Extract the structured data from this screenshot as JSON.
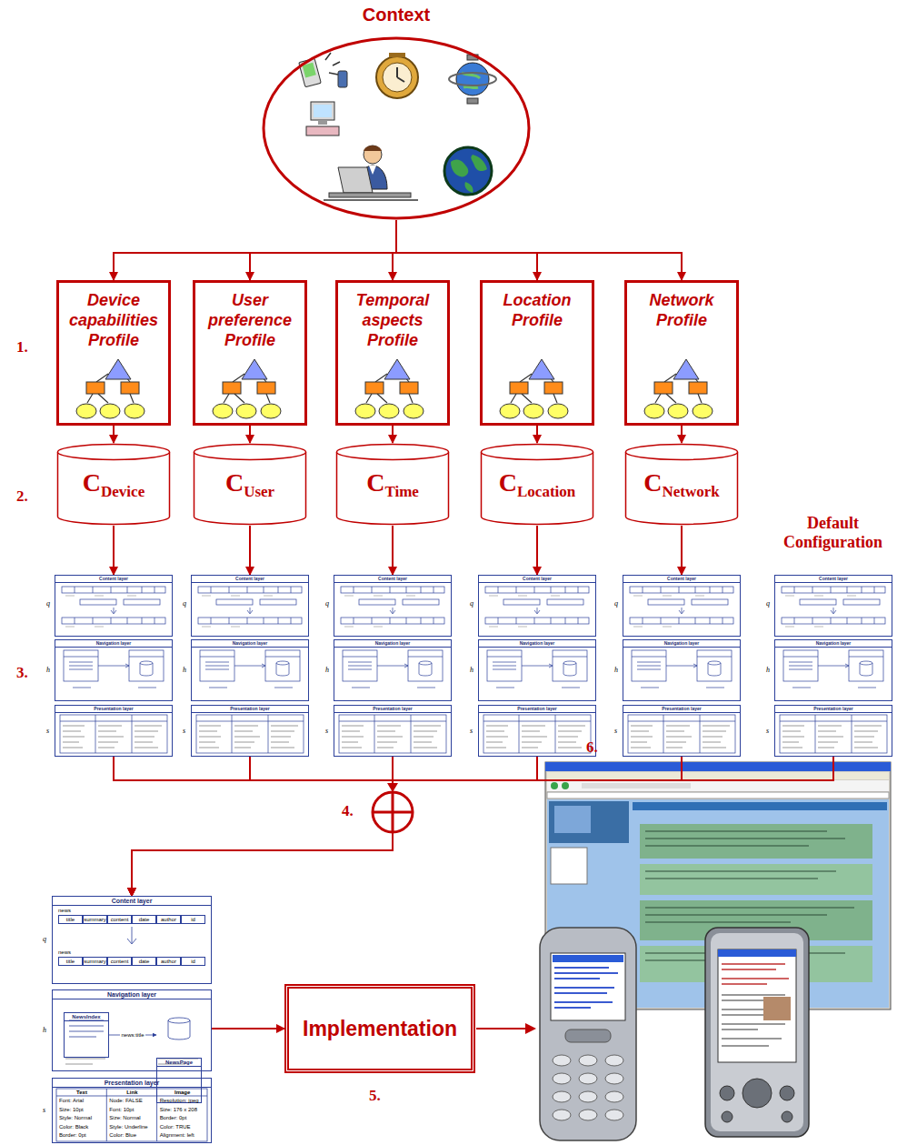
{
  "diagram": {
    "nodes": [
      {
        "text": [
          "Context"
        ]
      },
      {
        "text": [
          "Device capabilities Profile"
        ]
      },
      {
        "text": [
          "User preference Profile"
        ]
      },
      {
        "text": [
          "Temporal aspects Profile"
        ]
      },
      {
        "text": [
          "Location Profile"
        ]
      },
      {
        "text": [
          "Network Profile"
        ]
      },
      {
        "text": [
          "C",
          "Device"
        ]
      },
      {
        "text": [
          "C",
          "User"
        ]
      },
      {
        "text": [
          "C",
          "Time"
        ]
      },
      {
        "text": [
          "C",
          "Location"
        ]
      },
      {
        "text": [
          "C",
          "Network"
        ]
      },
      {
        "text": [
          "Content layer"
        ]
      },
      {
        "text": [
          "Navigation layer"
        ]
      },
      {
        "text": [
          "Presentation layer"
        ]
      },
      {
        "text": [
          "Content layer"
        ]
      },
      {
        "text": [
          "Navigation layer"
        ]
      },
      {
        "text": [
          "Presentation layer"
        ]
      },
      {
        "text": [
          "Content layer"
        ]
      },
      {
        "text": [
          "Navigation layer"
        ]
      },
      {
        "text": [
          "Presentation layer"
        ]
      },
      {
        "text": [
          "Content layer"
        ]
      },
      {
        "text": [
          "Navigation layer"
        ]
      },
      {
        "text": [
          "Presentation layer"
        ]
      },
      {
        "text": [
          "Content layer"
        ]
      },
      {
        "text": [
          "Navigation layer"
        ]
      },
      {
        "text": [
          "Presentation layer"
        ]
      },
      {
        "text": [
          "Content layer"
        ]
      },
      {
        "text": [
          "Navigation layer"
        ]
      },
      {
        "text": [
          "Presentation layer"
        ]
      },
      {
        "text": [
          "Content layer"
        ]
      },
      {
        "text": [
          "Navigation layer"
        ]
      },
      {
        "text": [
          "NewsIndex"
        ],
        "in": 30
      },
      {
        "text": [
          "NewsPage"
        ],
        "in": 30
      },
      {
        "text": [
          "Presentation layer"
        ]
      },
      {
        "text": [
          "Implementation"
        ]
      }
    ],
    "edges": [
      {
        "from": 0,
        "to": 1,
        "arrow": "to"
      },
      {
        "from": 0,
        "to": 2,
        "arrow": "to"
      },
      {
        "from": 0,
        "to": 3,
        "arrow": "to"
      },
      {
        "from": 0,
        "to": 4,
        "arrow": "to"
      },
      {
        "from": 0,
        "to": 5,
        "arrow": "to"
      },
      {
        "from": 1,
        "to": 6,
        "arrow": "to"
      },
      {
        "from": 2,
        "to": 7,
        "arrow": "to"
      },
      {
        "from": 3,
        "to": 8,
        "arrow": "to"
      },
      {
        "from": 4,
        "to": 9,
        "arrow": "to"
      },
      {
        "from": 5,
        "to": 10,
        "arrow": "to"
      },
      {
        "from": 6,
        "to": 11,
        "arrow": "to"
      },
      {
        "from": 7,
        "to": 14,
        "arrow": "to"
      },
      {
        "from": 8,
        "to": 17,
        "arrow": "to"
      },
      {
        "from": 9,
        "to": 20,
        "arrow": "to"
      },
      {
        "from": 10,
        "to": 23,
        "arrow": "to"
      },
      {
        "from": 13,
        "to": 29,
        "arrow": "to"
      },
      {
        "from": 16,
        "to": 29,
        "arrow": "to"
      },
      {
        "from": 19,
        "to": 29,
        "arrow": "to"
      },
      {
        "from": 22,
        "to": 29,
        "arrow": "to"
      },
      {
        "from": 25,
        "to": 29,
        "arrow": "to"
      },
      {
        "from": 28,
        "to": 29,
        "arrow": "to"
      },
      {
        "from": 31,
        "to": 32,
        "label": "news:title",
        "arrow": "to"
      },
      {
        "from": 30,
        "to": 34,
        "arrow": "to"
      }
    ],
    "labels": [
      "1.",
      "2.",
      "Default Configuration",
      "3.",
      "q",
      "h",
      "s",
      "q",
      "h",
      "s",
      "q",
      "h",
      "s",
      "q",
      "h",
      "s",
      "q",
      "h",
      "s",
      "q",
      "h",
      "s",
      "4.",
      "6.",
      "q",
      "h",
      "s",
      "news",
      "title",
      "summary",
      "content",
      "date",
      "author",
      "id",
      "news",
      "title",
      "summary",
      "content",
      "date",
      "author",
      "id",
      "Text",
      "Link",
      "Image",
      "Font: Arial",
      "Node: FALSE",
      "Resolution: jpeg",
      "Size: 10pt",
      "Font: 10pt",
      "Size: 176 x 208",
      "Style: Normal",
      "Size: Normal",
      "Border: 0pt",
      "Color: Black",
      "Style: Underline",
      "Color: TRUE",
      "Border: 0pt",
      "Color: Blue",
      "Alignment: left",
      "5."
    ]
  }
}
